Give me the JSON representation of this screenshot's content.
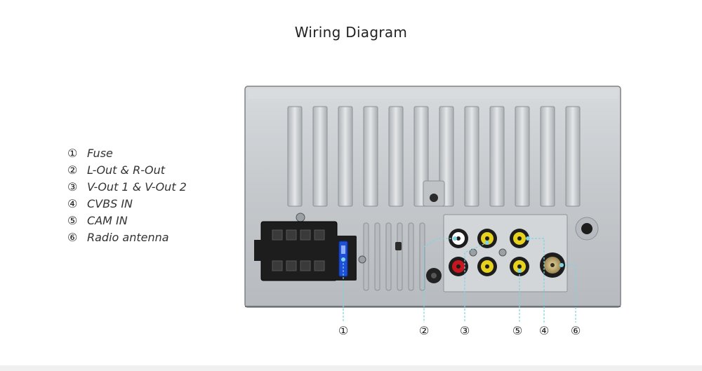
{
  "title": "Wiring Diagram",
  "legend": [
    {
      "num": "①",
      "label": "Fuse"
    },
    {
      "num": "②",
      "label": "L-Out & R-Out"
    },
    {
      "num": "③",
      "label": "V-Out 1 & V-Out 2"
    },
    {
      "num": "④",
      "label": "CVBS IN"
    },
    {
      "num": "⑤",
      "label": "CAM IN"
    },
    {
      "num": "⑥",
      "label": "Radio antenna"
    }
  ],
  "callouts": [
    {
      "id": "fuse",
      "num": "①"
    },
    {
      "id": "audio-out",
      "num": "②"
    },
    {
      "id": "video-out",
      "num": "③"
    },
    {
      "id": "cam-in",
      "num": "⑤"
    },
    {
      "id": "cvbs-in",
      "num": "④"
    },
    {
      "id": "antenna",
      "num": "⑥"
    }
  ],
  "colors": {
    "chassis": "#c7cbce",
    "chassis_dark": "#8f9498",
    "rca_white": "#ffffff",
    "rca_yellow": "#e8d21b",
    "rca_red": "#c8161e",
    "fuse_blue": "#1e4fd6",
    "leader_line": "#7fd3e6"
  }
}
